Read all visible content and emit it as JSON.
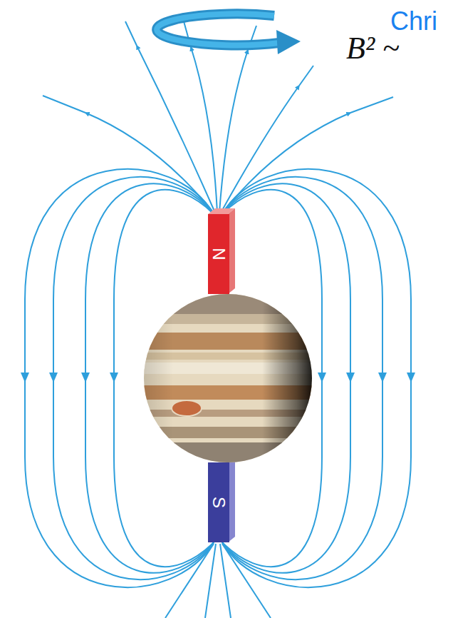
{
  "diagram": {
    "nodes": [
      {
        "text": [
          "N"
        ]
      },
      {
        "text": [
          "S"
        ]
      }
    ],
    "labels": [
      "Chri",
      "B² ~"
    ]
  }
}
